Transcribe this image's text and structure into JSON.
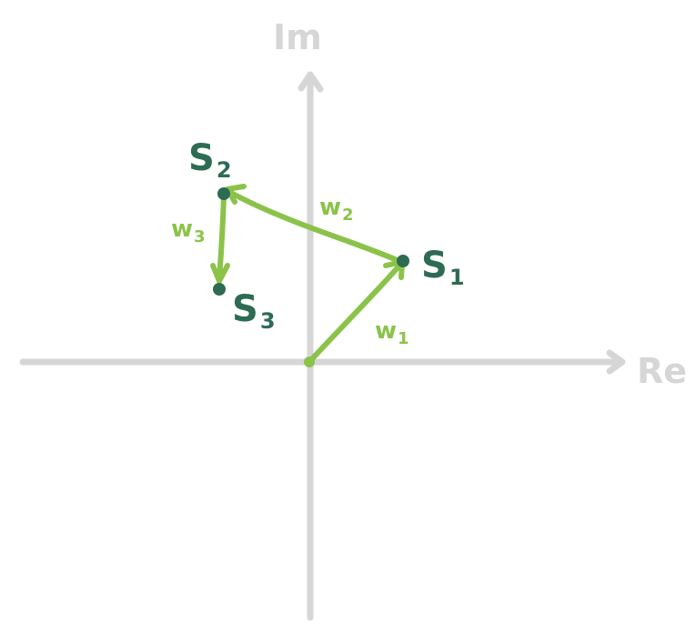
{
  "colors": {
    "axis": "#d6d6d6",
    "vector": "#8bc34a",
    "point": "#2e6b53"
  },
  "axes": {
    "imaginary_label": "Im",
    "real_label": "Re"
  },
  "points": [
    {
      "id": "s1",
      "label": "S",
      "subscript": "1"
    },
    {
      "id": "s2",
      "label": "S",
      "subscript": "2"
    },
    {
      "id": "s3",
      "label": "S",
      "subscript": "3"
    }
  ],
  "vectors": [
    {
      "id": "w1",
      "label": "w",
      "subscript": "1",
      "from": "origin",
      "to": "s1"
    },
    {
      "id": "w2",
      "label": "w",
      "subscript": "2",
      "from": "s1",
      "to": "s2"
    },
    {
      "id": "w3",
      "label": "w",
      "subscript": "3",
      "from": "s2",
      "to": "s3"
    }
  ]
}
